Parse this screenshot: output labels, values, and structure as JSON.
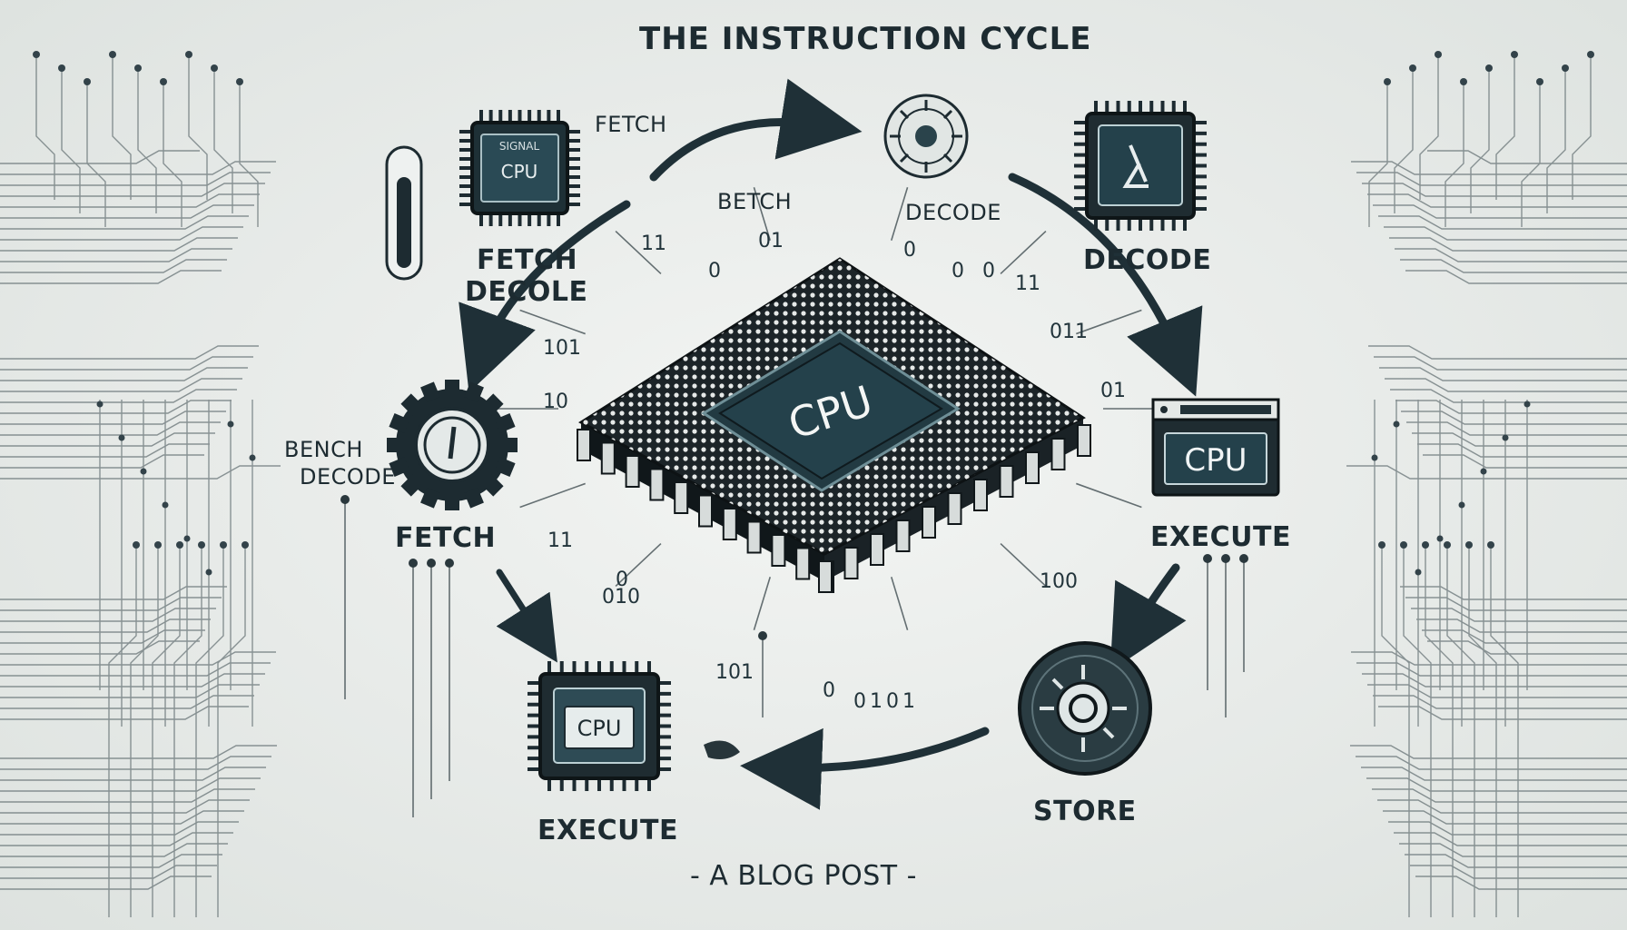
{
  "title": "THE INSTRUCTION CYCLE",
  "subtitle": "- A BLOG POST -",
  "central_chip": {
    "label": "CPU"
  },
  "icons": {
    "fetch_chip": {
      "name": "cpu-chip-icon",
      "label": "CPU"
    },
    "fetch_chip_topmark": {
      "label": "SIGNAL"
    },
    "decode_gear": {
      "name": "gear-icon"
    },
    "decode_chip": {
      "name": "chip-lambda-icon"
    },
    "execute_window": {
      "name": "window-cpu-icon",
      "label": "CPU"
    },
    "store_gear": {
      "name": "store-gear-icon"
    },
    "execute_chip": {
      "name": "cpu-chip-icon",
      "label": "CPU"
    },
    "bench_gear": {
      "name": "clock-gear-icon"
    },
    "thermometer": {
      "name": "thermometer-icon"
    }
  },
  "labels": {
    "fetch_top": "FETCH",
    "fetch_decode_line1": "FETCH",
    "fetch_decode_line2": "DECOLE",
    "bench_decode_line1": "BENCH",
    "bench_decode_line2": "DECODE",
    "bench_fetch": "FETCH",
    "betch": "BETCH",
    "decode_small": "DECODE",
    "decode_big": "DECODE",
    "execute_right": "EXECUTE",
    "execute_bottom": "EXECUTE",
    "store": "STORE"
  },
  "binary_digits": [
    "11",
    "01",
    "0",
    "0",
    "0",
    "0",
    "11",
    "011",
    "101",
    "10",
    "01",
    "11",
    "0",
    "010",
    "100",
    "101",
    "0",
    "0",
    "1",
    "0",
    "1"
  ],
  "colors": {
    "dark": "#1d2b31",
    "teal": "#23414c",
    "chip_body": "#1f2629",
    "background": "#e6e9e7"
  }
}
